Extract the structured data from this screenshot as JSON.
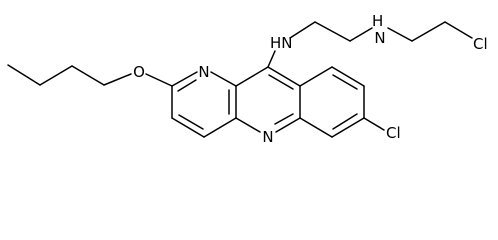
{
  "colors": {
    "bond": "#000000",
    "text": "#000000",
    "background": "#ffffff"
  },
  "atoms": {
    "amine_nh_1": "HN",
    "amine_nh_2": "H\nN",
    "chlorine_chain": "Cl",
    "chlorine_ring": "Cl",
    "ring_nitrogen_top": "N",
    "ring_nitrogen_bottom": "N",
    "ether_oxygen": "O"
  }
}
